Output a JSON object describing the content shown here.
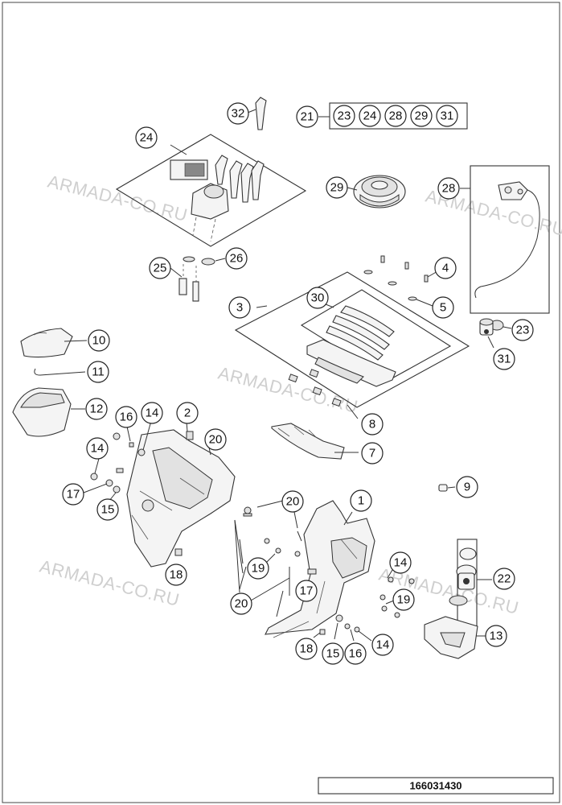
{
  "watermarks": [
    "ARMADA-CO.RU",
    "ARMADA-CO.RU",
    "ARMADA-CO.RU",
    "ARMADA-CO.RU",
    "ARMADA-CO.RU"
  ],
  "kit_21": {
    "label": "21",
    "contents": [
      "23",
      "24",
      "28",
      "29",
      "31"
    ]
  },
  "callouts": {
    "c1": "1",
    "c2": "2",
    "c3": "3",
    "c4": "4",
    "c5": "5",
    "c7": "7",
    "c8": "8",
    "c9": "9",
    "c10": "10",
    "c11": "11",
    "c12": "12",
    "c13": "13",
    "c14a": "14",
    "c14b": "14",
    "c14c": "14",
    "c14d": "14",
    "c15a": "15",
    "c15b": "15",
    "c16a": "16",
    "c16b": "16",
    "c17a": "17",
    "c17b": "17",
    "c18a": "18",
    "c18b": "18",
    "c19a": "19",
    "c19b": "19",
    "c20a": "20",
    "c20b": "20",
    "c20c": "20",
    "c22": "22",
    "c23": "23",
    "c24": "24",
    "c25": "25",
    "c26": "26",
    "c28": "28",
    "c29": "29",
    "c30": "30",
    "c31": "31",
    "c32": "32"
  },
  "document_number": "166031430"
}
